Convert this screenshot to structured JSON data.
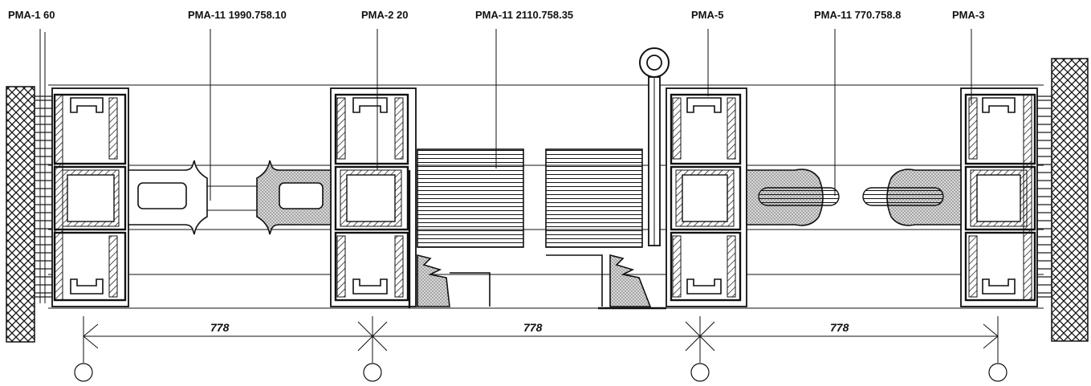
{
  "labels": {
    "pma1": "PMA-1 60",
    "pma11_a": "PMA-11 1990.758.10",
    "pma2": "PMA-2 20",
    "pma11_b": "PMA-11 2110.758.35",
    "pma5": "PMA-5",
    "pma11_c": "PMA-11 770.758.8",
    "pma3": "PMA-3"
  },
  "dimensions": [
    "778",
    "778",
    "778"
  ]
}
